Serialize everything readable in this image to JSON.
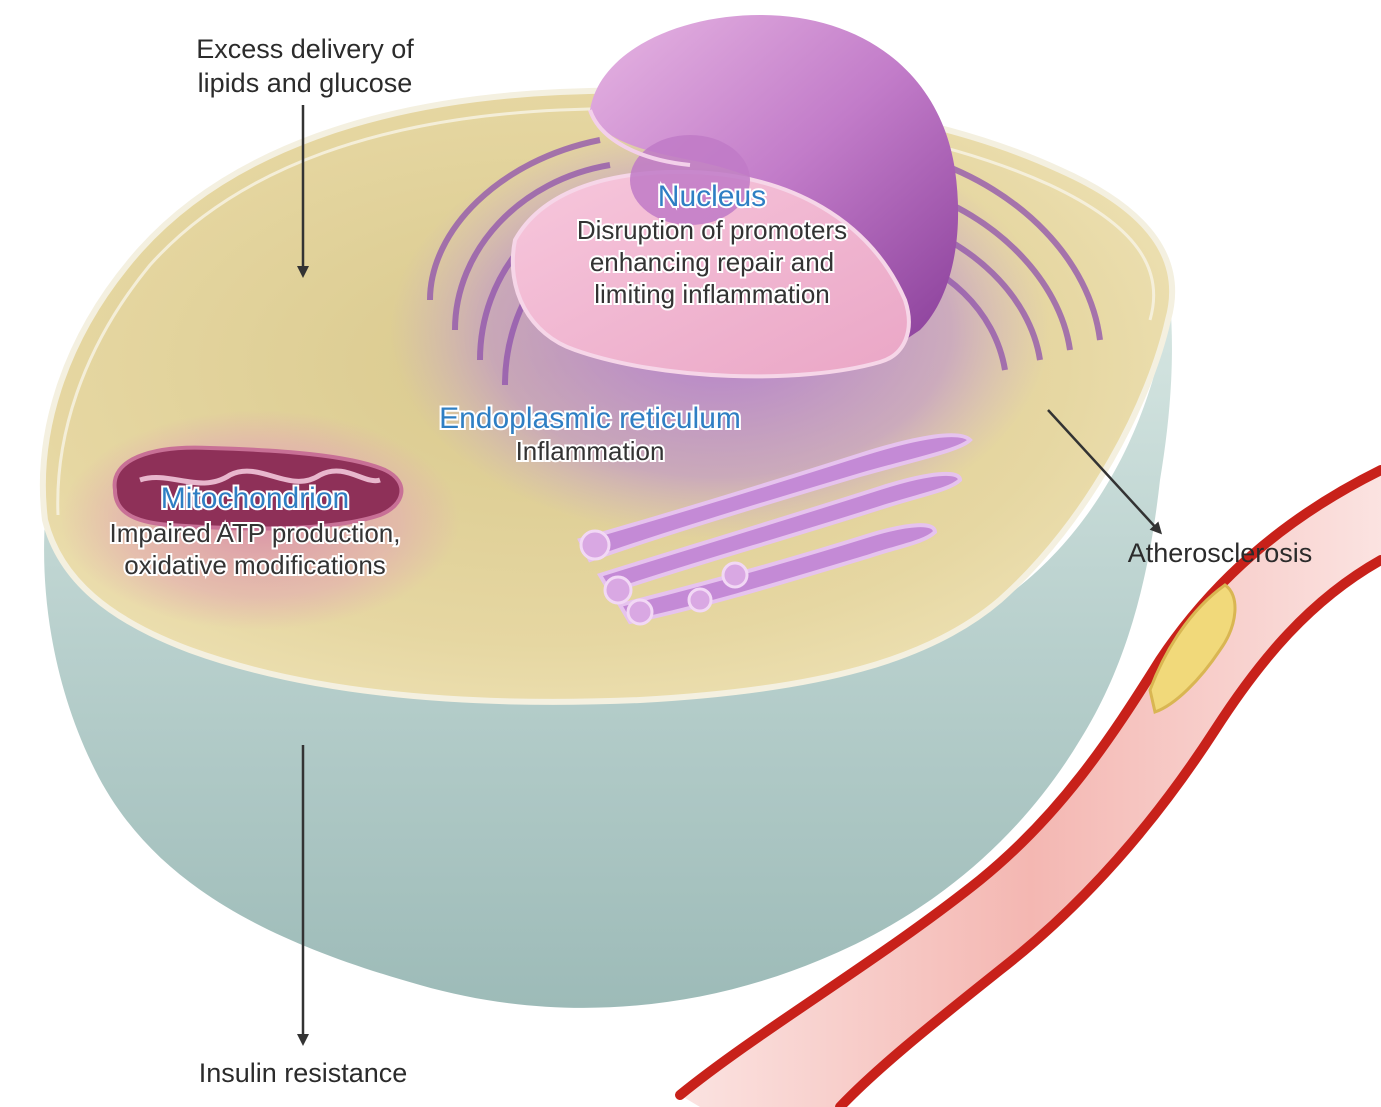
{
  "top_input": {
    "line1": "Excess delivery of",
    "line2": "lipids and glucose"
  },
  "nucleus": {
    "name": "Nucleus",
    "effect_line1": "Disruption of promoters",
    "effect_line2": "enhancing repair and",
    "effect_line3": "limiting inflammation"
  },
  "endoplasmic_reticulum": {
    "name": "Endoplasmic reticulum",
    "effect": "Inflammation"
  },
  "mitochondrion": {
    "name": "Mitochondrion",
    "effect_line1": "Impaired ATP production,",
    "effect_line2": "oxidative modifications"
  },
  "outcome_right": "Atherosclerosis",
  "outcome_bottom": "Insulin resistance",
  "colors": {
    "organelle_label": "#2f7fc4",
    "cytoplasm": "#e3d29a",
    "membrane_side": "#b9d2cf",
    "nucleus": "#c98bc8",
    "er": "#a96fc9",
    "mitochondrion": "#8e3058",
    "artery_wall": "#c8211a",
    "artery_lumen": "#f7c6c2",
    "plaque": "#f1d97a"
  }
}
